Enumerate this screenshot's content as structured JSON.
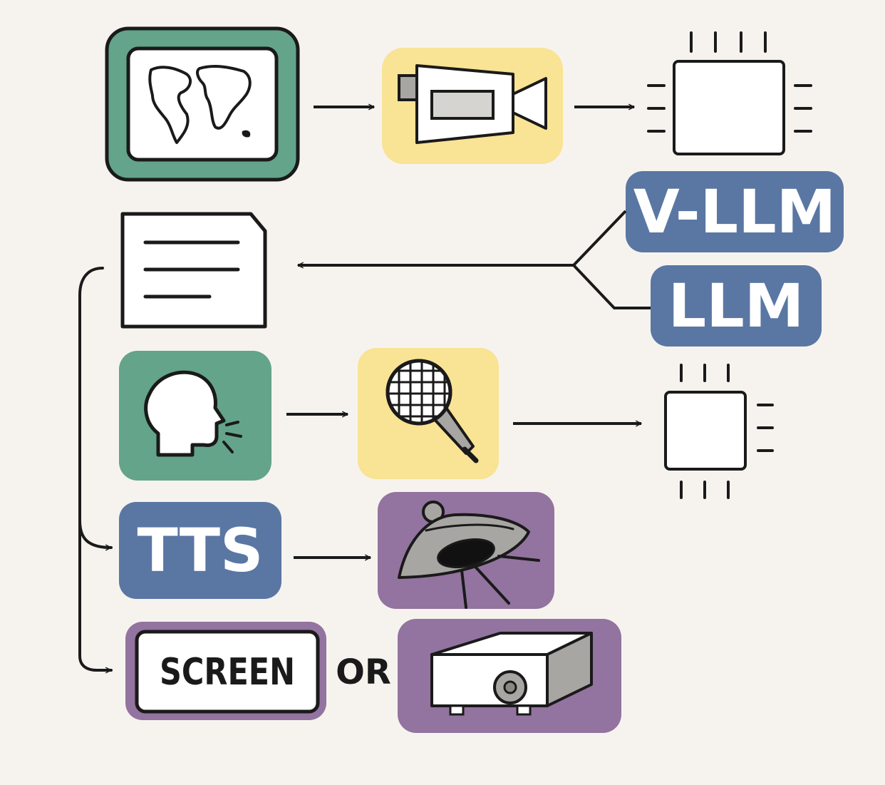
{
  "labels": {
    "vllm": "V-LLM",
    "llm": "LLM",
    "tts": "TTS",
    "screen": "SCREEN",
    "or": "OR"
  },
  "colors": {
    "background": "#f6f3ef",
    "green": "#63a48a",
    "yellow": "#f9e394",
    "blue": "#5a77a3",
    "purple": "#93739f",
    "stroke": "#1a1a1a",
    "device_gray": "#a8a6a2",
    "white": "#ffffff"
  },
  "icons": [
    "world-map-icon",
    "video-camera-icon",
    "processor-chip-icon",
    "document-icon",
    "speaking-head-icon",
    "microphone-icon",
    "speaker-icon",
    "projector-icon"
  ]
}
